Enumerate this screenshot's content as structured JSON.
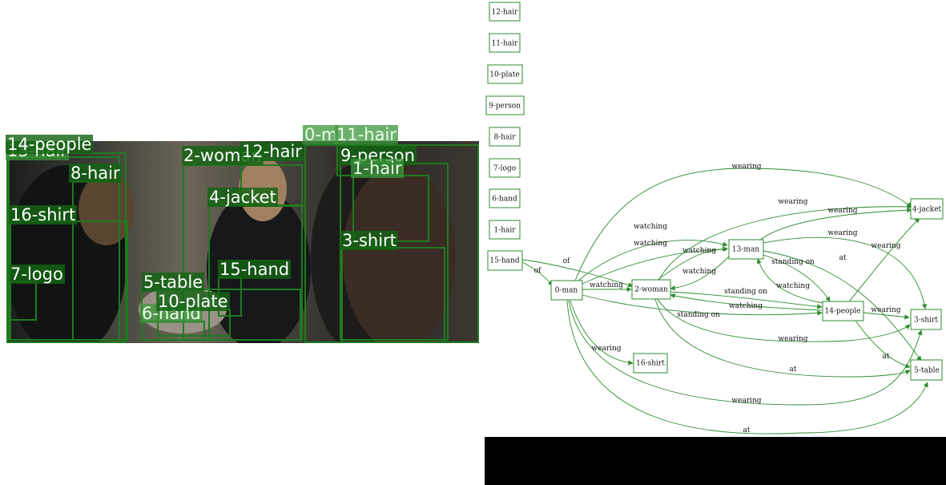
{
  "image_labels": {
    "people14": "14-people",
    "hair13": "13-hair",
    "man0": "0-m",
    "hair11": "11-hair",
    "woman2": "2-woman",
    "hair12": "12-hair",
    "person9": "9-person",
    "hair8": "8-hair",
    "hair1": "1-hair",
    "jacket4": "4-jacket",
    "shirt16": "16-shirt",
    "shirt3": "3-shirt",
    "logo7": "7-logo",
    "hand15": "15-hand",
    "table5": "5-table",
    "plate10": "10-plate",
    "hand6": "6-hand"
  },
  "graph": {
    "nodes": {
      "hair12": "12-hair",
      "hair11": "11-hair",
      "plate10": "10-plate",
      "person9": "9-person",
      "hair8": "8-hair",
      "logo7": "7-logo",
      "hand6": "6-hand",
      "hair1": "1-hair",
      "hand15": "15-hand",
      "man0": "0-man",
      "woman2": "2-woman",
      "man13": "13-man",
      "people14": "14-people",
      "jacket4": "4-jacket",
      "shirt3": "3-shirt",
      "table5": "5-table",
      "shirt16": "16-shirt"
    },
    "edge_labels": {
      "of": "of",
      "watching": "watching",
      "wearing": "wearing",
      "standing_on": "standing on",
      "at": "at"
    }
  },
  "colors": {
    "box": "#1f7a1f",
    "edge": "#2e8b2e"
  }
}
